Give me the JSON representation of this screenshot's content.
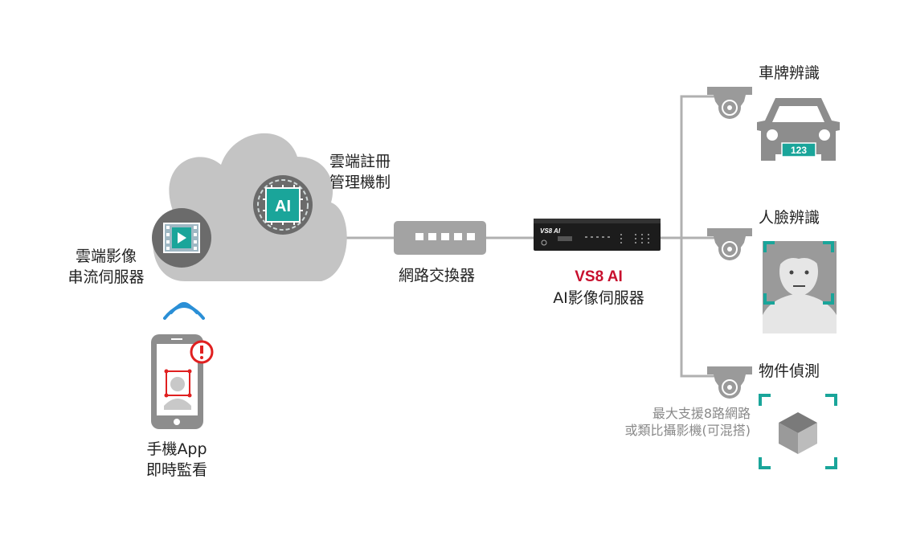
{
  "cloud": {
    "registration_label_line1": "雲端註冊",
    "registration_label_line2": "管理機制",
    "streaming_label_line1": "雲端影像",
    "streaming_label_line2": "串流伺服器",
    "ai_badge": "AI"
  },
  "switch": {
    "label": "網路交換器"
  },
  "server": {
    "model": "VS8 AI",
    "subtitle": "AI影像伺服器",
    "panel_brand": "VS8 AI"
  },
  "mobile": {
    "label_line1": "手機App",
    "label_line2": "即時監看"
  },
  "recognition": {
    "plate_title": "車牌辨識",
    "plate_number": "123",
    "face_title": "人臉辨識",
    "object_title": "物件偵測"
  },
  "note": {
    "line1": "最大支援8路網路",
    "line2": "或類比攝影機(可混搭)"
  },
  "colors": {
    "accent_teal": "#1aa59a",
    "accent_red": "#e02020",
    "model_red": "#c8102e",
    "cloud_gray": "#c4c4c4",
    "line_gray": "#b0b0b0",
    "icon_gray": "#8d8d8d",
    "wifi_blue": "#2a8fd6"
  },
  "icons": [
    "cloud-icon",
    "film-icon",
    "ai-chip-icon",
    "network-switch-icon",
    "server-icon",
    "smartphone-icon",
    "wifi-icon",
    "alert-icon",
    "camera-icon",
    "car-icon",
    "face-icon",
    "cube-icon"
  ]
}
